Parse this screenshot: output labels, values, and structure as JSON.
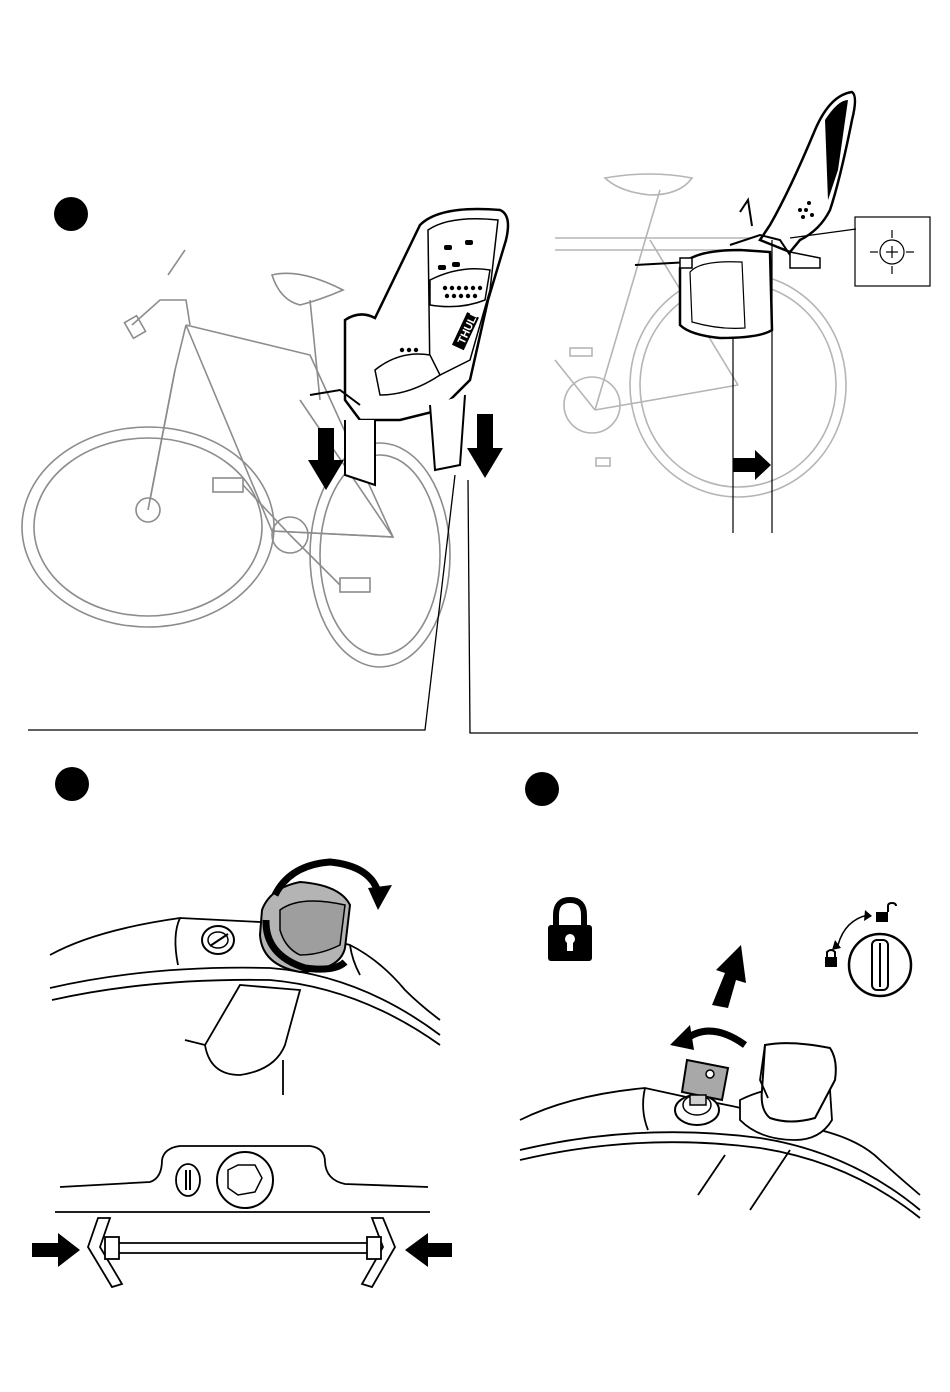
{
  "document": {
    "type": "assembly-instructions",
    "brand_text": "THULE",
    "step_markers": [
      "step-1",
      "step-2",
      "step-3"
    ],
    "icons": [
      "padlock-icon",
      "rotate-arrow-icon",
      "down-arrow-icon",
      "right-arrow-icon",
      "up-arrow-icon",
      "lock-cylinder-icon",
      "crosshair-icon"
    ],
    "colors": {
      "line": "#000000",
      "faded_bike": "#9a9a9a",
      "seat_fill": "#ffffff",
      "knob_fill": "#b4b4b4",
      "dark": "#000000"
    }
  }
}
